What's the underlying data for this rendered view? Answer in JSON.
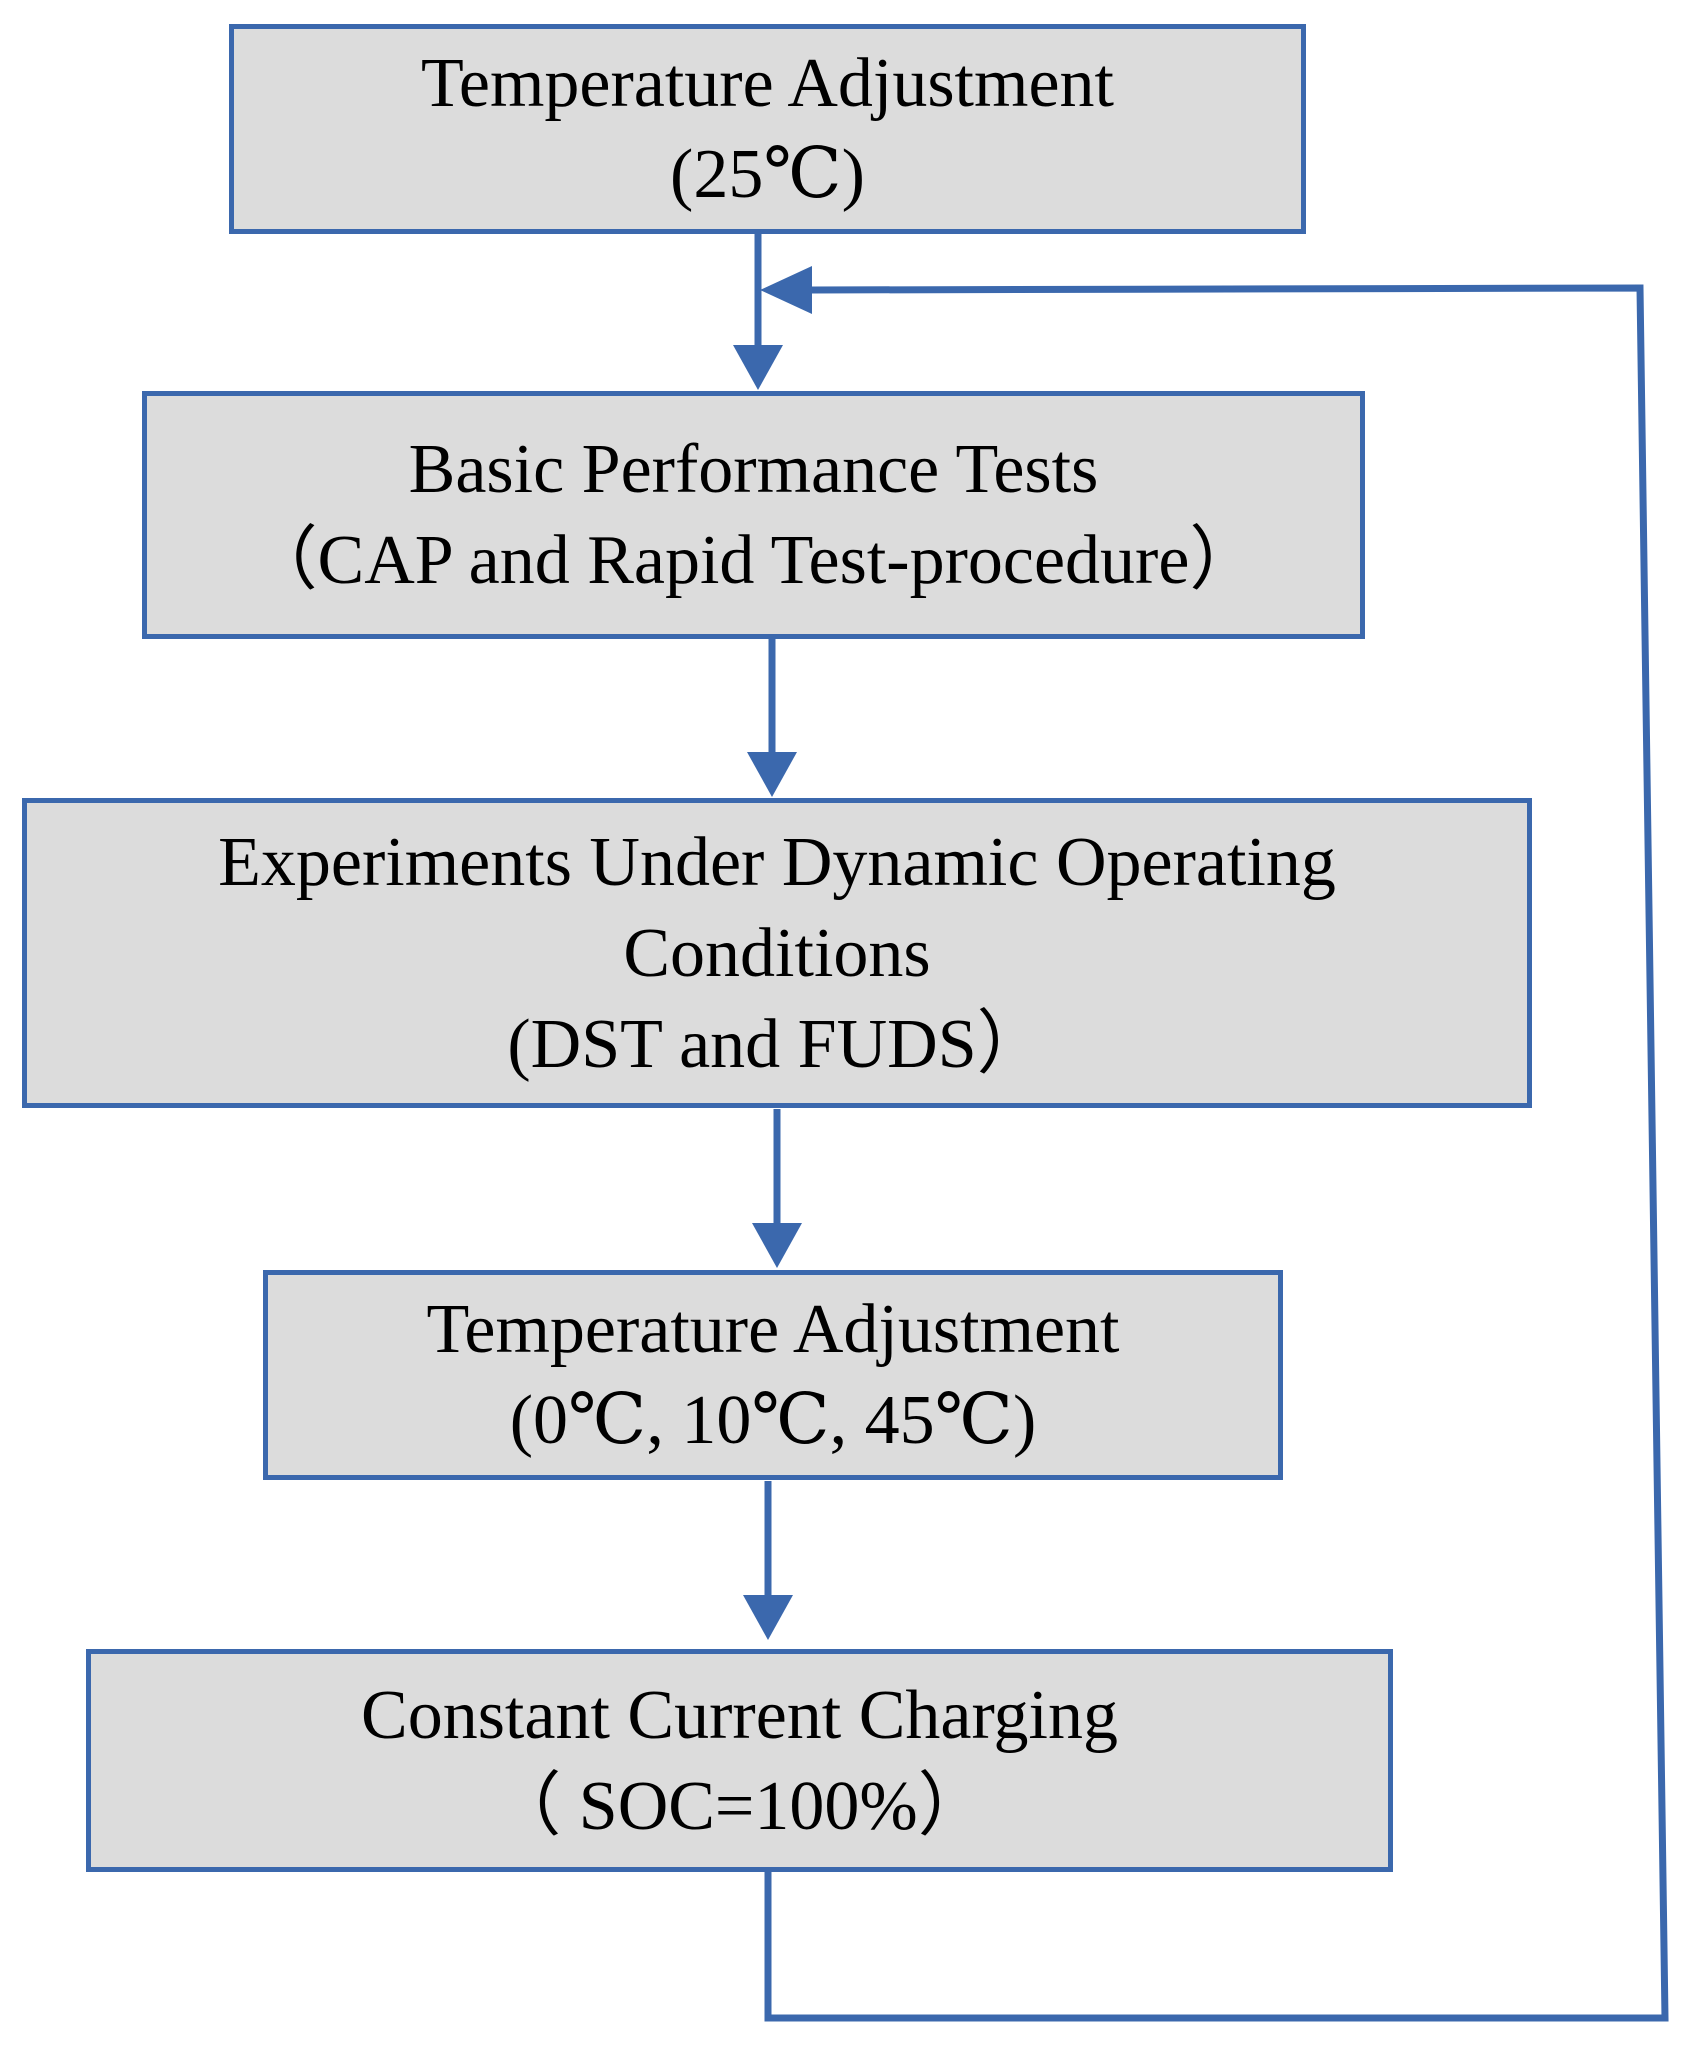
{
  "colors": {
    "box_fill": "#dcdcdc",
    "line": "#3b68ad",
    "text": "#000000"
  },
  "steps": [
    {
      "line1": "Temperature Adjustment",
      "line2": "(25℃)"
    },
    {
      "line1": "Basic Performance Tests",
      "line2": "（CAP and Rapid Test-procedure）"
    },
    {
      "line1": "Experiments Under Dynamic Operating",
      "line2": "Conditions",
      "line3": "(DST and FUDS）"
    },
    {
      "line1": "Temperature Adjustment",
      "line2": "(0℃, 10℃, 45℃)"
    },
    {
      "line1": "Constant Current Charging",
      "line2": "（ SOC=100%）"
    }
  ]
}
